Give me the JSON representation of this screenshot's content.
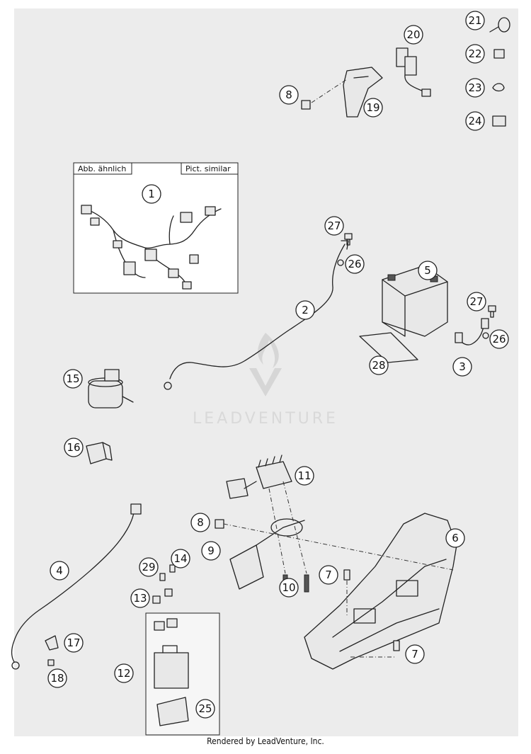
{
  "diagram": {
    "inset": {
      "label_left": "Abb. ähnlich",
      "label_right": "Pict. similar"
    },
    "watermark": {
      "text": "LEADVENTURE"
    },
    "callouts": [
      "1",
      "2",
      "3",
      "4",
      "5",
      "6",
      "7",
      "7",
      "8",
      "8",
      "9",
      "10",
      "11",
      "12",
      "13",
      "14",
      "15",
      "16",
      "17",
      "18",
      "19",
      "20",
      "21",
      "22",
      "23",
      "24",
      "25",
      "26",
      "26",
      "27",
      "27",
      "28",
      "29"
    ]
  },
  "footer": {
    "text": "Rendered by LeadVenture, Inc."
  }
}
